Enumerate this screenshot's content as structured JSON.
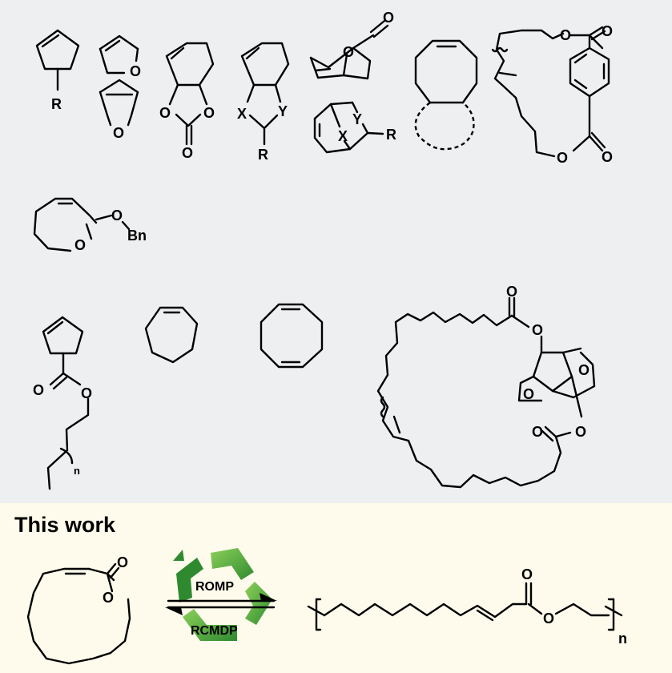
{
  "panel_title": "This work",
  "labels": {
    "r": "R",
    "o": "O",
    "x": "X",
    "y": "Y",
    "bn": "Bn",
    "n": "n",
    "romp": "ROMP",
    "rcmdp": "RCMDP"
  },
  "colors": {
    "top_background": "#eeeff0",
    "bottom_background": "#fefbec",
    "recycle_dark": "#2f8a2f",
    "recycle_light": "#74c045"
  },
  "icons": [
    "recycle-icon",
    "equilibrium-arrows-icon"
  ]
}
